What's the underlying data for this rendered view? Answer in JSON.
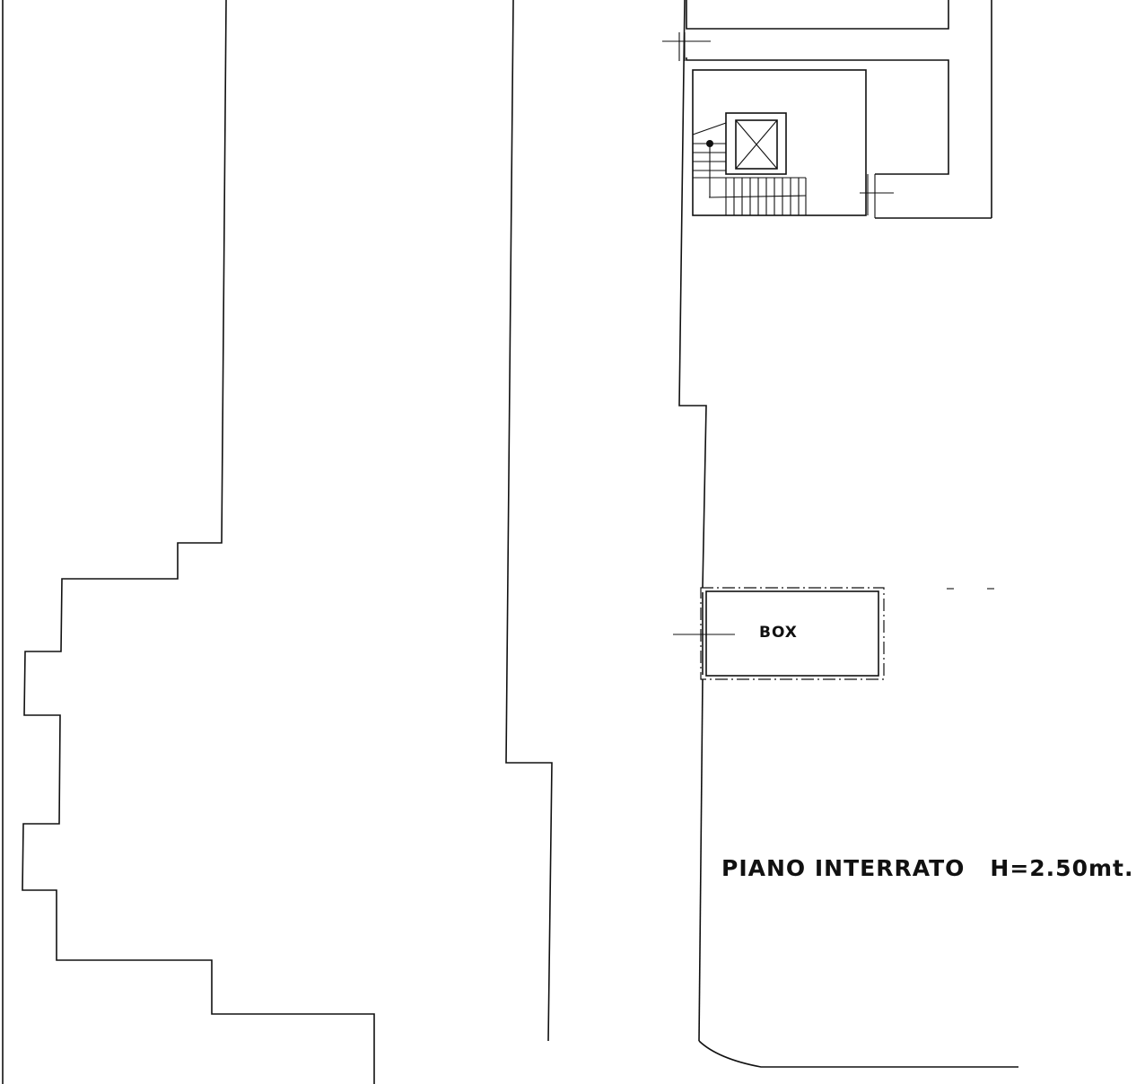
{
  "labels": {
    "box": "BOX",
    "floor_name": "PIANO INTERRATO",
    "floor_height": "H=2.50mt."
  }
}
